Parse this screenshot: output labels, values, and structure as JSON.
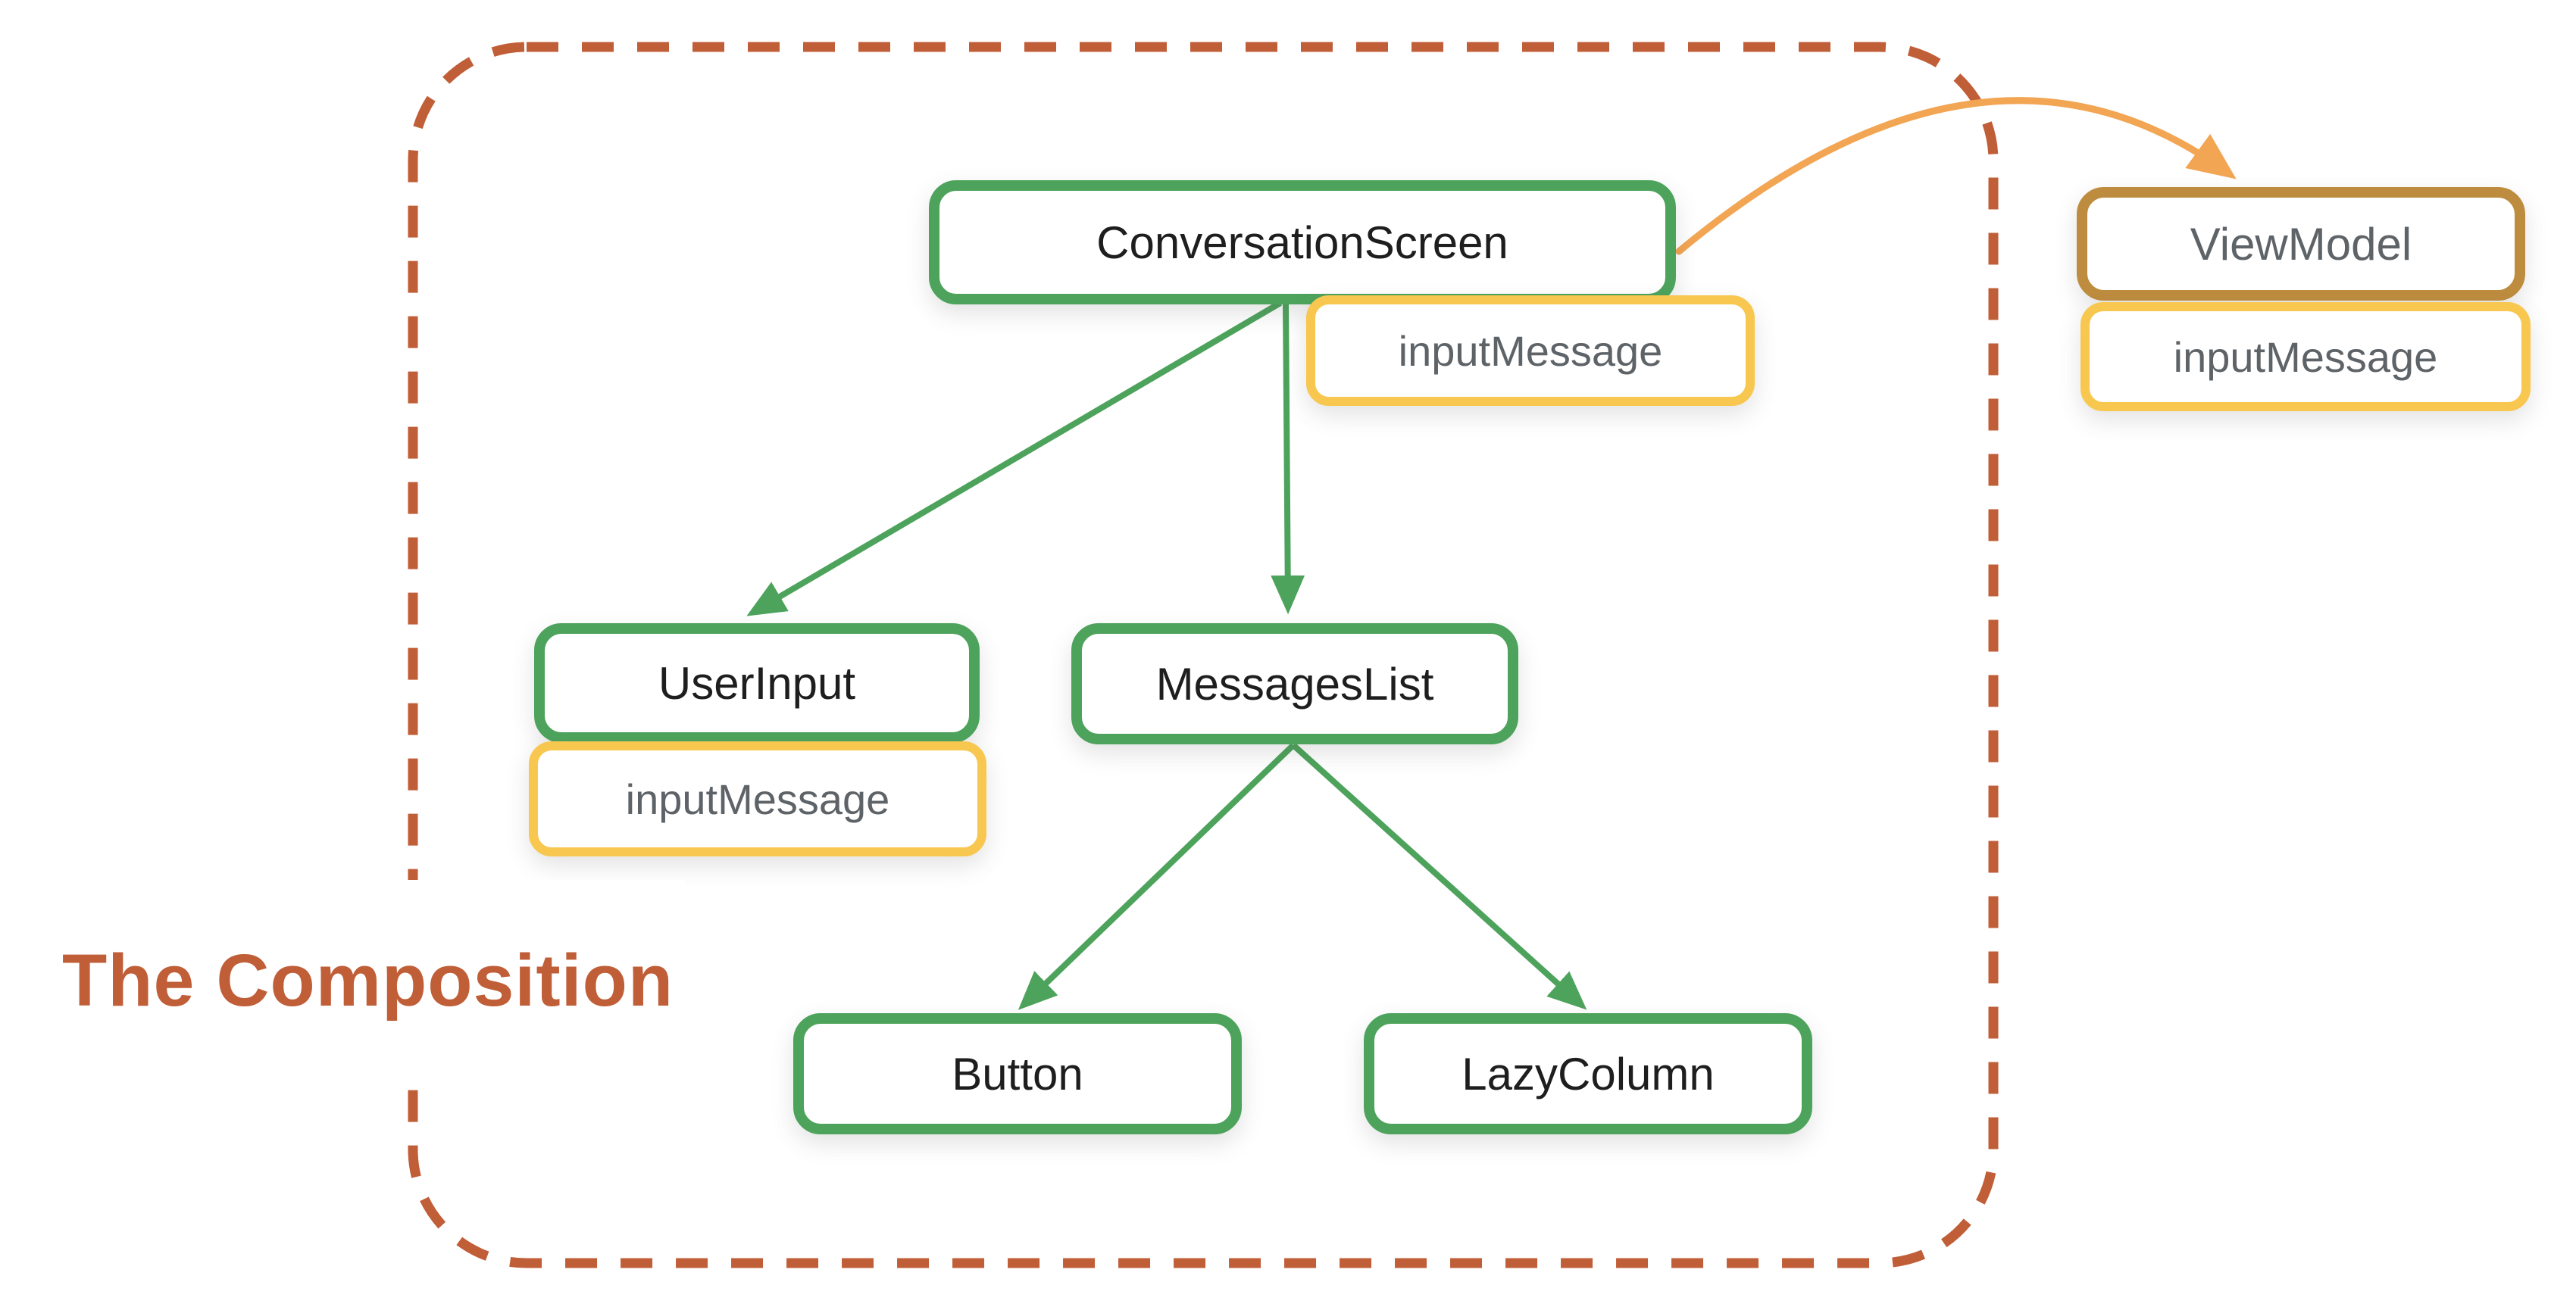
{
  "colors": {
    "background": "#FFFFFF",
    "green": "#4DA35C",
    "yellow": "#F8C74F",
    "brown": "#BE8C3F",
    "brick": "#C05E38",
    "orange": "#F2A553",
    "node_text": "#1E1E1E",
    "gray_text": "#5E6368"
  },
  "diagram": {
    "container_label": "The Composition",
    "nodes": {
      "conversationScreen": {
        "label": "ConversationScreen"
      },
      "userInput": {
        "label": "UserInput"
      },
      "messagesList": {
        "label": "MessagesList"
      },
      "button": {
        "label": "Button"
      },
      "lazyColumn": {
        "label": "LazyColumn"
      },
      "viewModel": {
        "label": "ViewModel"
      }
    },
    "badges": {
      "conversationScreen": {
        "label": "inputMessage"
      },
      "userInput": {
        "label": "inputMessage"
      },
      "viewModel": {
        "label": "inputMessage"
      }
    },
    "edges": [
      {
        "from": "ConversationScreen",
        "to": "UserInput",
        "style": "green-arrow"
      },
      {
        "from": "ConversationScreen",
        "to": "MessagesList",
        "style": "green-arrow"
      },
      {
        "from": "MessagesList",
        "to": "Button",
        "style": "green-arrow"
      },
      {
        "from": "MessagesList",
        "to": "LazyColumn",
        "style": "green-arrow"
      },
      {
        "from": "ConversationScreen",
        "to": "ViewModel",
        "style": "orange-curved-arrow"
      }
    ]
  }
}
